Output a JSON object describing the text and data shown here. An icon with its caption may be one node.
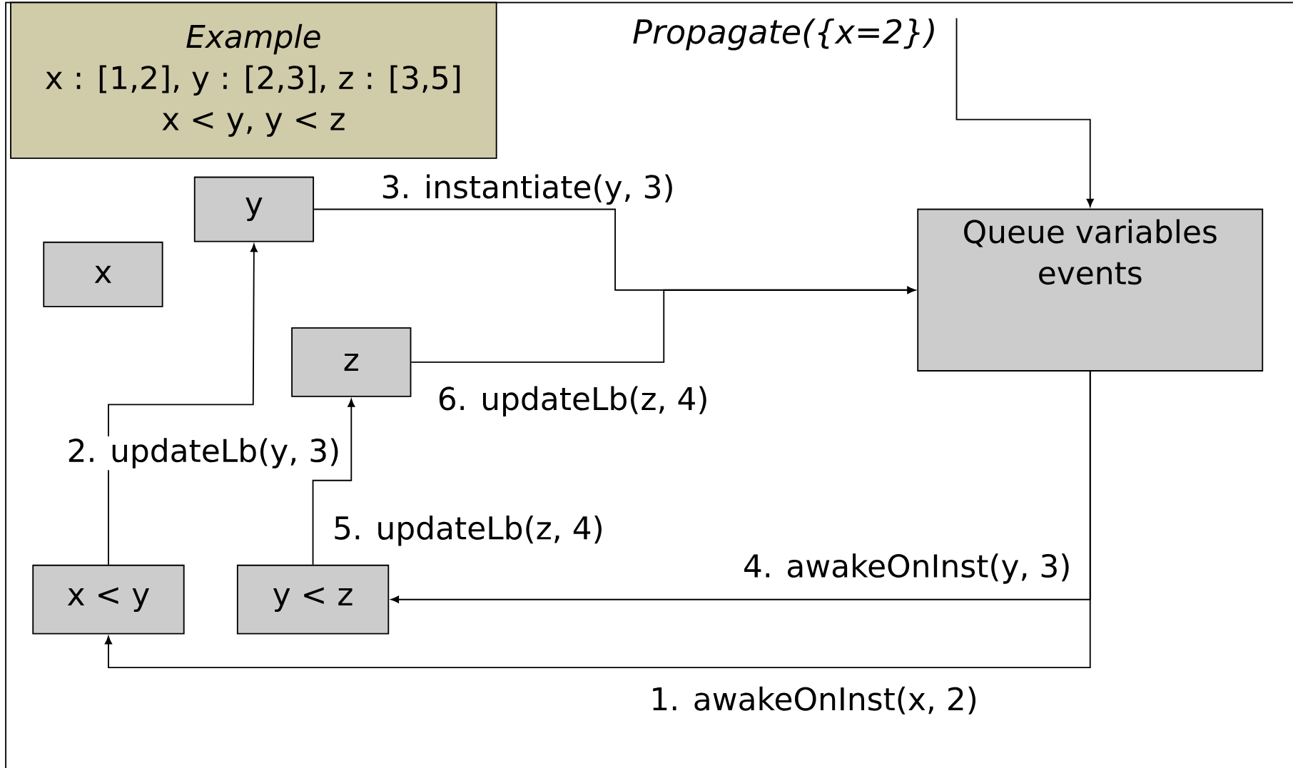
{
  "diagram": {
    "nodes": [
      {
        "text": [
          "Example",
          "x : [1,2], y : [2,3], z : [3,5]",
          "x < y, y < z"
        ]
      },
      {
        "text": [
          "Propagate({x=2})"
        ]
      },
      {
        "text": [
          "y"
        ]
      },
      {
        "text": [
          "x"
        ]
      },
      {
        "text": [
          "Queue variables events"
        ]
      },
      {
        "text": [
          "z"
        ]
      },
      {
        "text": [
          "x < y"
        ]
      },
      {
        "text": [
          "y < z"
        ]
      }
    ],
    "edges": [
      {
        "from": 1,
        "to": 4,
        "arrow": "to"
      },
      {
        "from": 2,
        "to": 4,
        "arrow": "to",
        "label": "3. instantiate(y, 3)"
      },
      {
        "from": 5,
        "to": 4,
        "arrow": "to",
        "label": "6. updateLb(z, 4)"
      },
      {
        "from": 6,
        "to": 2,
        "arrow": "to",
        "label": "2. updateLb(y, 3)"
      },
      {
        "from": 7,
        "to": 5,
        "arrow": "to",
        "label": "5. updateLb(z, 4)"
      },
      {
        "from": 4,
        "to": 7,
        "arrow": "to",
        "label": "4. awakeOnInst(y, 3)"
      },
      {
        "from": 4,
        "to": 6,
        "arrow": "to",
        "label": "1.  awakeOnInst(x, 2)"
      }
    ]
  }
}
